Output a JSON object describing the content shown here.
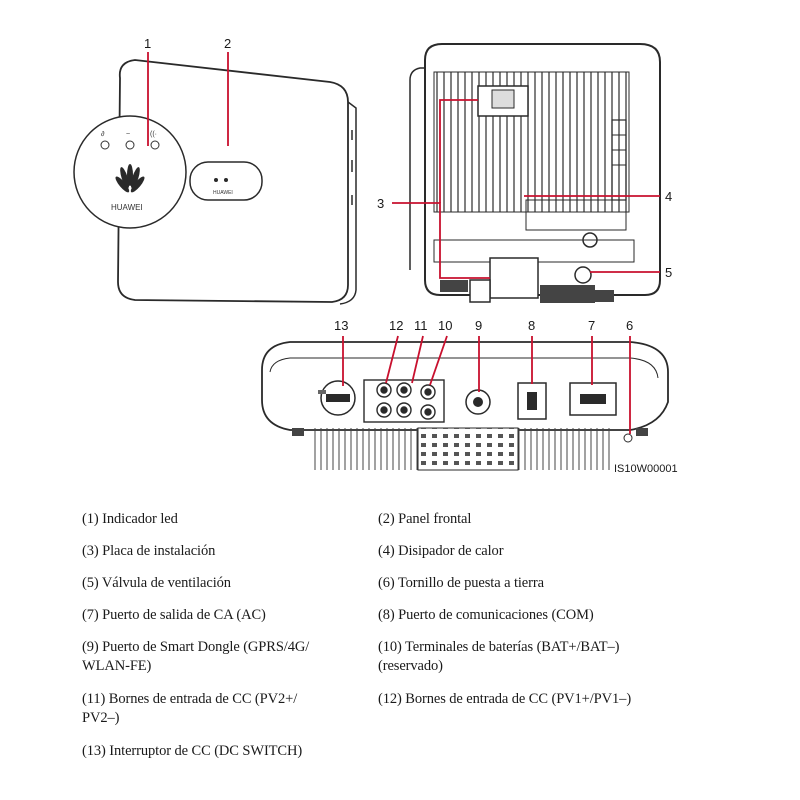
{
  "callouts": [
    "1",
    "2",
    "3",
    "4",
    "5",
    "6",
    "7",
    "8",
    "9",
    "10",
    "11",
    "12",
    "13"
  ],
  "figure_code": "IS10W00001",
  "brand": "HUAWEI",
  "legend": [
    {
      "id": "1",
      "text": "(1) Indicador led"
    },
    {
      "id": "2",
      "text": "(2) Panel frontal"
    },
    {
      "id": "3",
      "text": "(3) Placa de instalación"
    },
    {
      "id": "4",
      "text": "(4) Disipador de calor"
    },
    {
      "id": "5",
      "text": "(5) Válvula de ventilación"
    },
    {
      "id": "6",
      "text": "(6) Tornillo de puesta a tierra"
    },
    {
      "id": "7",
      "text": "(7) Puerto de salida de CA (AC)"
    },
    {
      "id": "8",
      "text": "(8) Puerto de comunicaciones (COM)"
    },
    {
      "id": "9",
      "line1": "(9) Puerto de Smart Dongle (GPRS/4G/",
      "line2": "WLAN-FE)"
    },
    {
      "id": "10",
      "line1": "(10) Terminales de baterías (BAT+/BAT–)",
      "line2": "(reservado)"
    },
    {
      "id": "11",
      "line1": "(11) Bornes de entrada de CC (PV2+/",
      "line2": "PV2–)"
    },
    {
      "id": "12",
      "text": "(12) Bornes de entrada de CC (PV1+/PV1–)"
    },
    {
      "id": "13",
      "text": "(13) Interruptor de CC (DC SWITCH)"
    }
  ],
  "colors": {
    "callout_line": "#c8102e",
    "line_art": "#2a2a2a"
  }
}
